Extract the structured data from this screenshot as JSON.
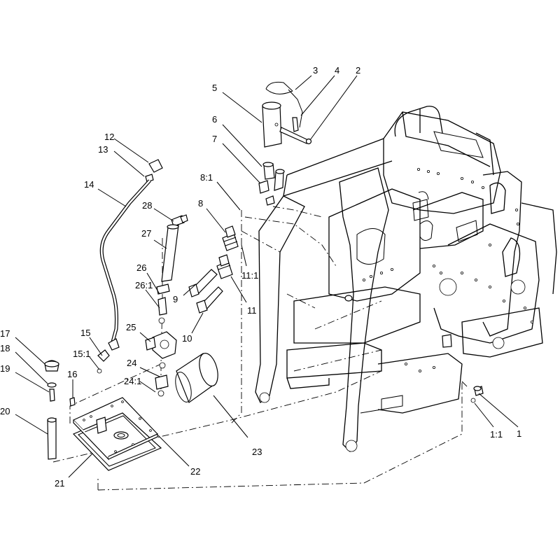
{
  "callouts": [
    {
      "id": "c1",
      "text": "1"
    },
    {
      "id": "c1_1",
      "text": "1:1"
    },
    {
      "id": "c2",
      "text": "2"
    },
    {
      "id": "c3",
      "text": "3"
    },
    {
      "id": "c4",
      "text": "4"
    },
    {
      "id": "c5",
      "text": "5"
    },
    {
      "id": "c6",
      "text": "6"
    },
    {
      "id": "c7",
      "text": "7"
    },
    {
      "id": "c8",
      "text": "8"
    },
    {
      "id": "c8_1",
      "text": "8:1"
    },
    {
      "id": "c9",
      "text": "9"
    },
    {
      "id": "c10",
      "text": "10"
    },
    {
      "id": "c11",
      "text": "11"
    },
    {
      "id": "c11_1",
      "text": "11:1"
    },
    {
      "id": "c12",
      "text": "12"
    },
    {
      "id": "c13",
      "text": "13"
    },
    {
      "id": "c14",
      "text": "14"
    },
    {
      "id": "c15",
      "text": "15"
    },
    {
      "id": "c15_1",
      "text": "15:1"
    },
    {
      "id": "c16",
      "text": "16"
    },
    {
      "id": "c17",
      "text": "17"
    },
    {
      "id": "c18",
      "text": "18"
    },
    {
      "id": "c19",
      "text": "19"
    },
    {
      "id": "c20",
      "text": "20"
    },
    {
      "id": "c21",
      "text": "21"
    },
    {
      "id": "c22",
      "text": "22"
    },
    {
      "id": "c23",
      "text": "23"
    },
    {
      "id": "c24",
      "text": "24"
    },
    {
      "id": "c24_1",
      "text": "24:1"
    },
    {
      "id": "c25",
      "text": "25"
    },
    {
      "id": "c26",
      "text": "26"
    },
    {
      "id": "c26_1",
      "text": "26:1"
    },
    {
      "id": "c27",
      "text": "27"
    },
    {
      "id": "c28",
      "text": "28"
    }
  ]
}
